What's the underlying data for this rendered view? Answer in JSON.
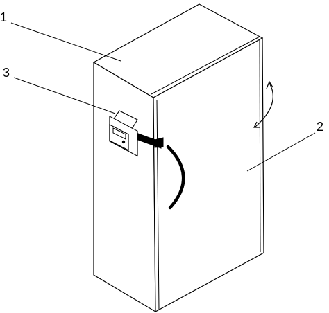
{
  "colors": {
    "stroke": "#000000",
    "fill": "#ffffff",
    "handle": "#000000"
  },
  "labels": {
    "ref1": "1",
    "ref2": "2",
    "ref3": "3"
  }
}
